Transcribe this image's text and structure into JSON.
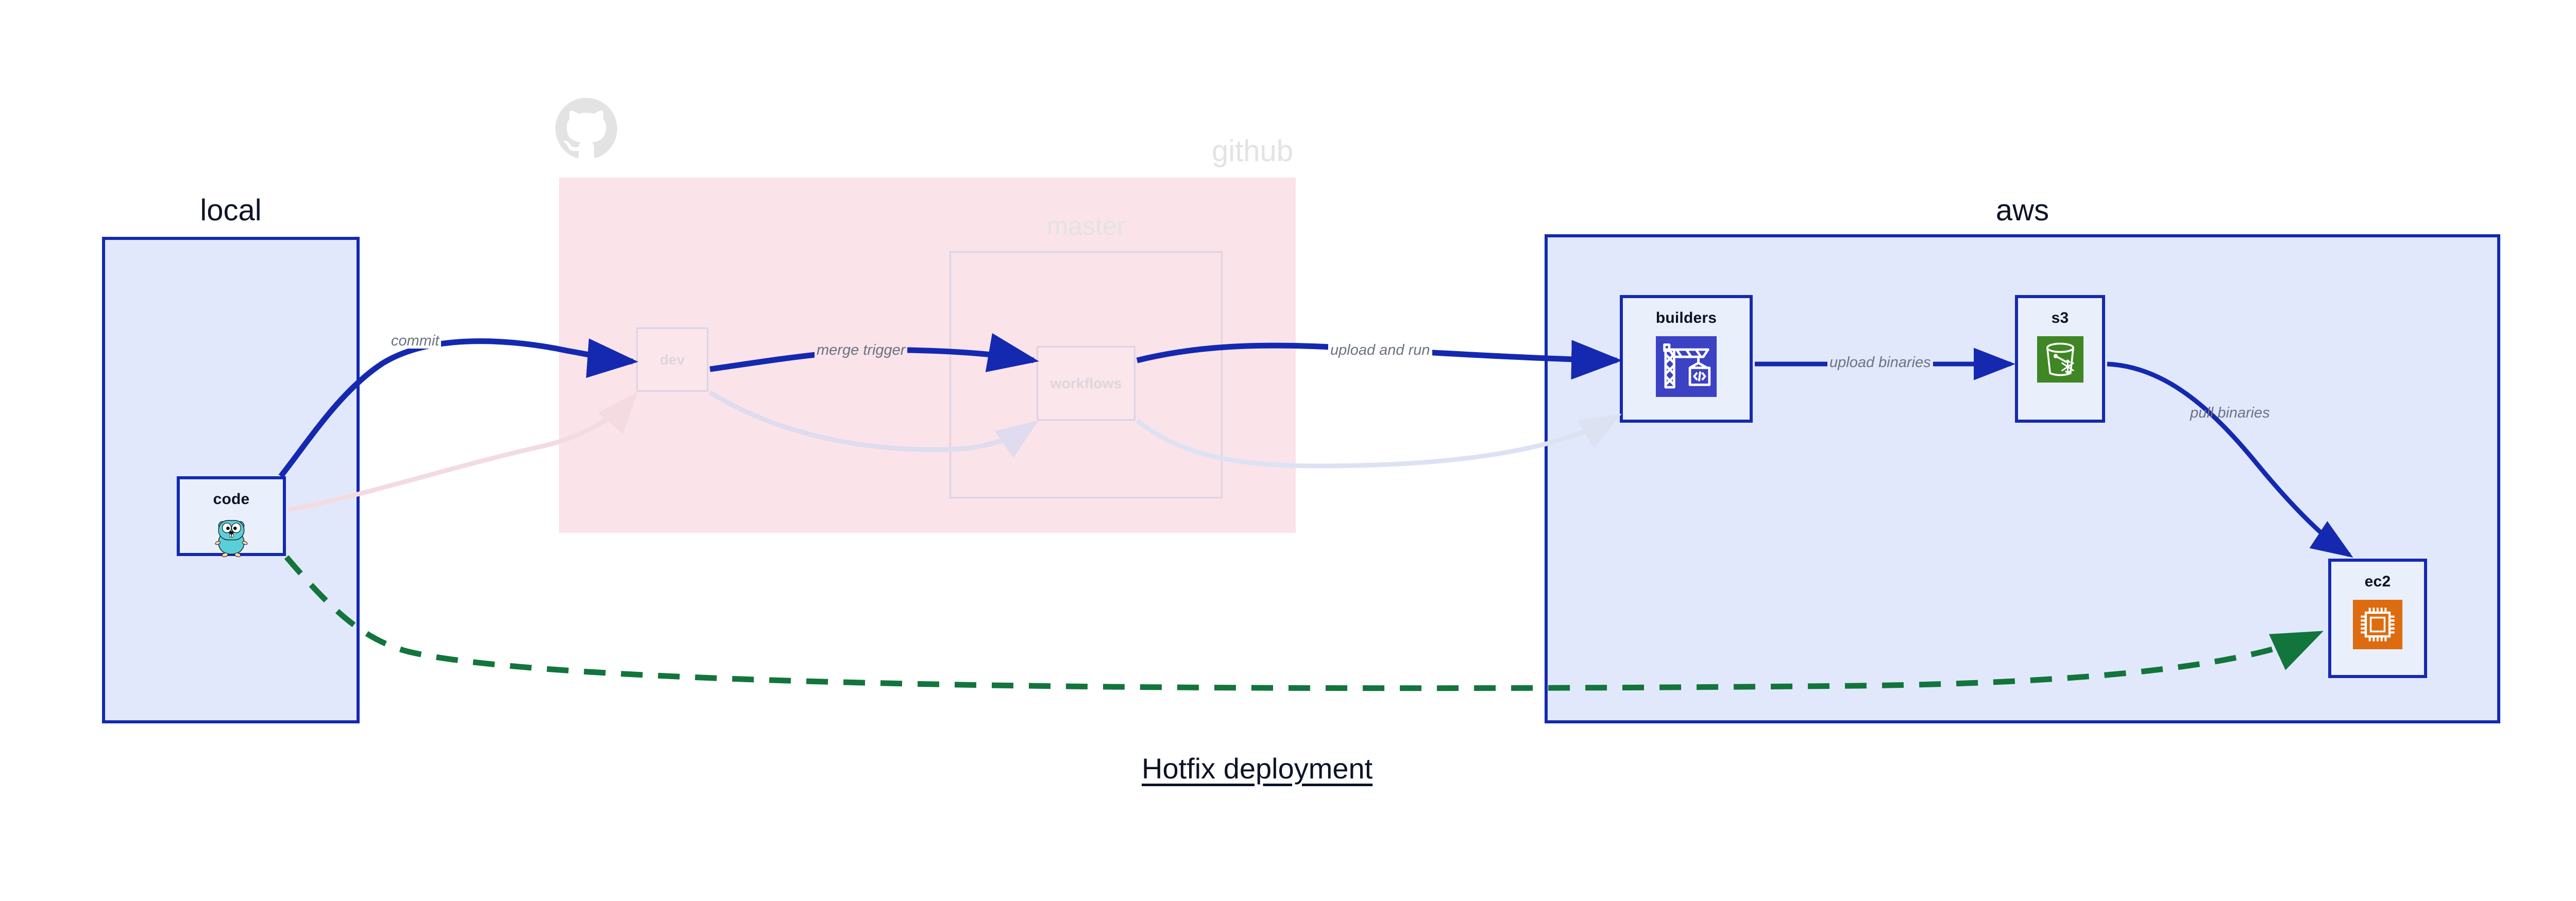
{
  "diagram": {
    "caption": "Hotfix deployment",
    "type": "deployment-flow"
  },
  "groups": [
    {
      "id": "local",
      "title": "local",
      "faded": false,
      "fill": "#e2e8fb",
      "stroke": "#1429b0"
    },
    {
      "id": "github",
      "title": "github",
      "faded": true,
      "fill": "#fae3e9",
      "stroke": "none"
    },
    {
      "id": "aws",
      "title": "aws",
      "faded": false,
      "fill": "#e2e8fb",
      "stroke": "#1429b0"
    }
  ],
  "subgroups": [
    {
      "id": "master",
      "title": "master",
      "parent": "github",
      "faded": true
    }
  ],
  "nodes": [
    {
      "id": "code",
      "label": "code",
      "group": "local",
      "icon": "go-gopher-icon",
      "faded": false
    },
    {
      "id": "dev",
      "label": "dev",
      "group": "github",
      "icon": "none",
      "faded": true
    },
    {
      "id": "workflows",
      "label": "workflows",
      "group": "master",
      "icon": "none",
      "faded": true
    },
    {
      "id": "builders",
      "label": "builders",
      "group": "aws",
      "icon": "crane-code-icon",
      "faded": false,
      "icon_color": "#3b42c4"
    },
    {
      "id": "s3",
      "label": "s3",
      "group": "aws",
      "icon": "s3-bucket-icon",
      "faded": false,
      "icon_color": "#3f8624"
    },
    {
      "id": "ec2",
      "label": "ec2",
      "group": "aws",
      "icon": "cpu-chip-icon",
      "faded": false,
      "icon_color": "#dd6b10"
    }
  ],
  "edges": [
    {
      "id": "commit",
      "from": "code",
      "to": "dev",
      "label": "commit",
      "style": "solid",
      "color": "#1429b0",
      "faded": false
    },
    {
      "id": "merge-trigger",
      "from": "dev",
      "to": "workflows",
      "label": "merge trigger",
      "style": "solid",
      "color": "#1429b0",
      "faded": false
    },
    {
      "id": "upload-and-run",
      "from": "workflows",
      "to": "builders",
      "label": "upload and run",
      "style": "solid",
      "color": "#1429b0",
      "faded": false
    },
    {
      "id": "upload-binaries",
      "from": "builders",
      "to": "s3",
      "label": "upload binaries",
      "style": "solid",
      "color": "#1429b0",
      "faded": false
    },
    {
      "id": "pull-binaries",
      "from": "s3",
      "to": "ec2",
      "label": "pull binaries",
      "style": "solid",
      "color": "#1429b0",
      "faded": false
    },
    {
      "id": "hotfix-direct",
      "from": "code",
      "to": "ec2",
      "label": "",
      "style": "dashed",
      "color": "#12753c",
      "faded": false
    },
    {
      "id": "faded-code-dev",
      "from": "code",
      "to": "dev",
      "label": "",
      "style": "solid",
      "color": "#f6dfe4",
      "faded": true
    },
    {
      "id": "faded-dev-wf",
      "from": "dev",
      "to": "workflows",
      "label": "",
      "style": "solid",
      "color": "#e0def0",
      "faded": true
    },
    {
      "id": "faded-wf-build",
      "from": "workflows",
      "to": "builders",
      "label": "",
      "style": "solid",
      "color": "#dfe4f6",
      "faded": true
    }
  ],
  "logos": [
    {
      "id": "github-logo",
      "name": "github-octocat-icon",
      "color": "#e3e3e3"
    }
  ],
  "colors": {
    "primary_blue": "#1429b0",
    "group_blue_fill": "#e2e8fb",
    "github_pink_fill": "#fae3e9",
    "node_fill": "#eaeffc",
    "green_dashed": "#12753c",
    "label_gray": "#6b7280",
    "faded_gray": "#e3e3e3",
    "text_dark": "#0d1326"
  }
}
